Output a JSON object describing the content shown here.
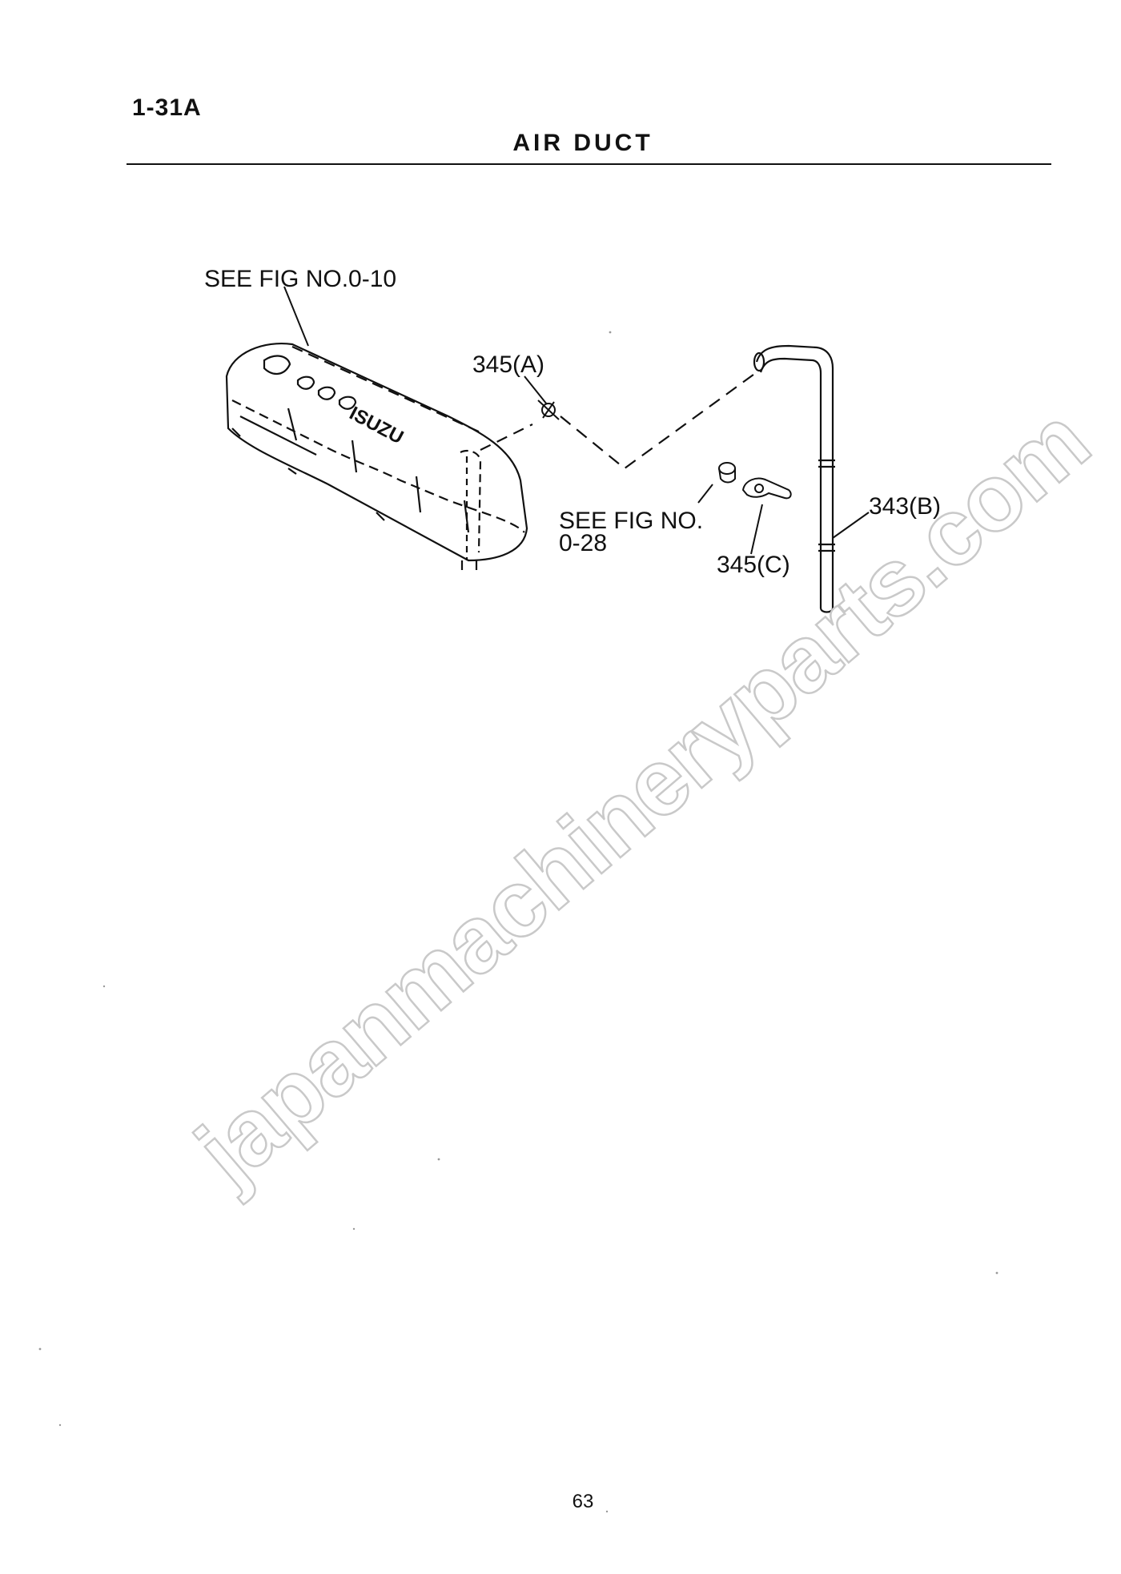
{
  "header": {
    "figure_number": "1-31A",
    "title": "AIR  DUCT"
  },
  "callouts": {
    "see_fig_top": "SEE FIG NO.0-10",
    "part_345a": "345(A)",
    "see_fig_mid_line1": "SEE FIG NO.",
    "see_fig_mid_line2": "0-28",
    "part_343b": "343(B)",
    "part_345c": "345(C)",
    "brand_on_cover": "ISUZU"
  },
  "watermark": "japanmachineryparts.com",
  "footer": {
    "page_number": "63"
  }
}
